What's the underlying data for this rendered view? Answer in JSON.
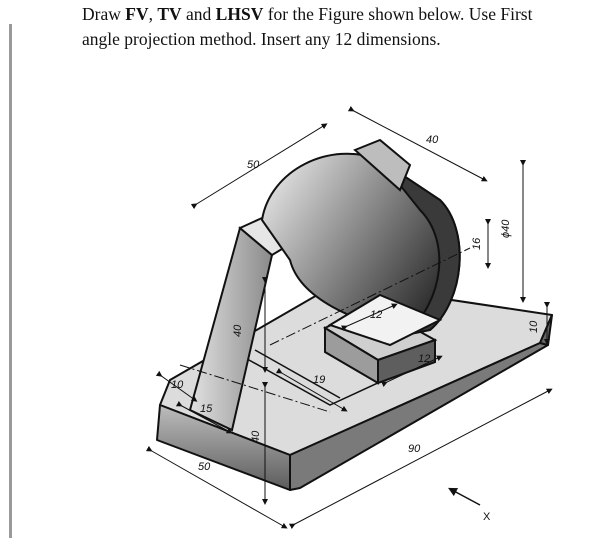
{
  "question": {
    "line1_pre": "Draw ",
    "fv": "FV",
    "sep1": ", ",
    "tv": "TV",
    "sep2": " and ",
    "lhsv": "LHSV",
    "line1_post": " for the Figure shown below. Use First",
    "line2": "angle projection method. Insert any 12 dimensions."
  },
  "figure": {
    "dimensions": {
      "top_length": "50",
      "top_width": "40",
      "diameter": "ϕ40",
      "slot_depth": "16",
      "base_height_right": "10",
      "slot_width": "12",
      "slot_step": "12",
      "boss_offset": "19",
      "rib_height": "40",
      "base_total_height": "40",
      "rib_thickness": "10",
      "rib_offset": "15",
      "base_width": "50",
      "base_length": "90"
    },
    "view_arrow_label": "X"
  }
}
